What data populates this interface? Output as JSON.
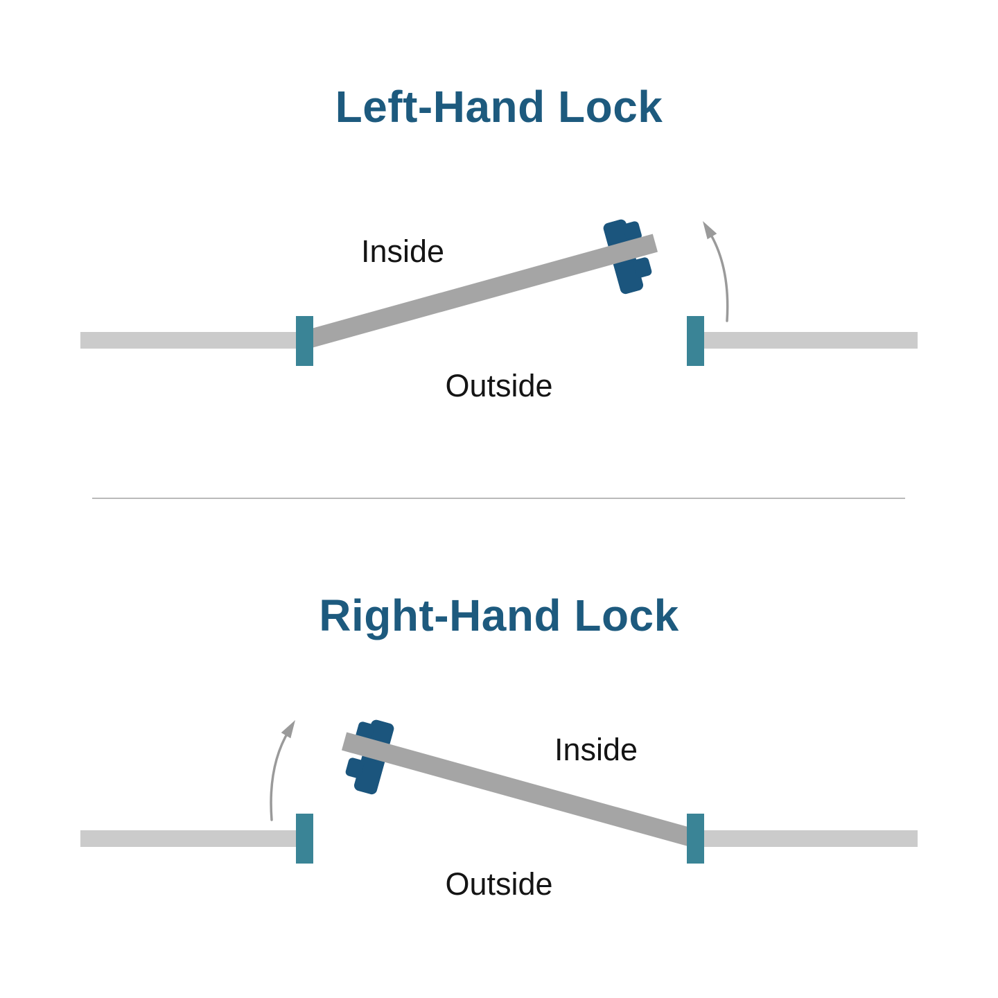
{
  "colors": {
    "heading": "#1d5a7e",
    "lock": "#1b557d",
    "jamb": "#3a8496",
    "wall": "#cbcbcb",
    "door": "#a5a5a5",
    "arrow": "#9a9a9a",
    "label": "#141414",
    "divider": "#b9b9b9"
  },
  "diagrams": [
    {
      "title": "Left-Hand Lock",
      "inside_label": "Inside",
      "outside_label": "Outside",
      "lock_icon": "lock-icon",
      "swing_arrow_icon": "swing-direction-arrow-icon"
    },
    {
      "title": "Right-Hand Lock",
      "inside_label": "Inside",
      "outside_label": "Outside",
      "lock_icon": "lock-icon",
      "swing_arrow_icon": "swing-direction-arrow-icon"
    }
  ]
}
